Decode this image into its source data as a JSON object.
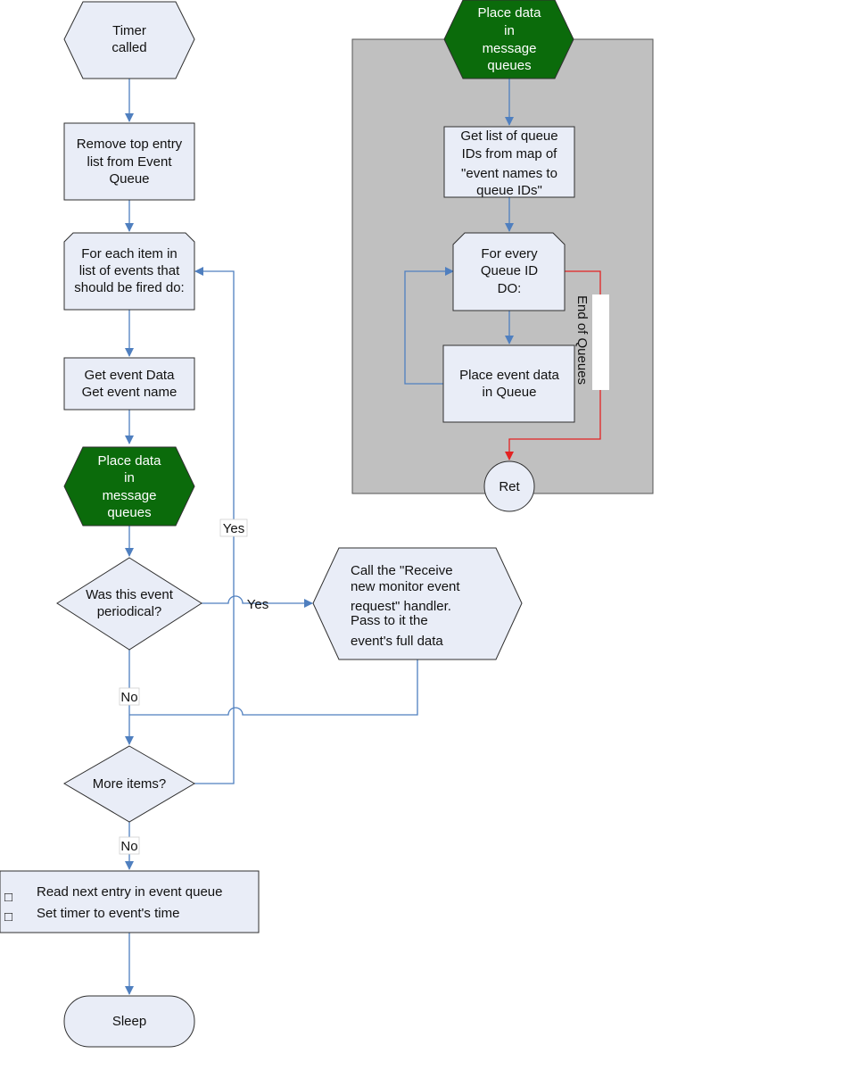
{
  "colors": {
    "node_fill": "#e9edf7",
    "node_stroke": "#2f2f2f",
    "accent_fill": "#0b6b0b",
    "connector": "#4f7fbf",
    "end_connector": "#e32222",
    "panel_fill": "#c0c0c0"
  },
  "nodes": {
    "timer_called": [
      "Timer",
      "called"
    ],
    "remove_top_entry": [
      "Remove top entry",
      "list from Event",
      "Queue"
    ],
    "for_each_item": [
      "For each item in",
      "list of events that",
      "should be fired do:"
    ],
    "get_event_data": [
      "Get event Data",
      "Get event name"
    ],
    "place_data_main": [
      "Place data",
      "in",
      "message",
      "queues"
    ],
    "was_periodical": [
      "Was this event",
      "periodical?"
    ],
    "call_handler": [
      "Call the \"Receive",
      "new monitor event",
      "request\" handler.",
      "Pass to it the",
      "event's full data"
    ],
    "more_items": "More items?",
    "read_next": [
      "Read next entry in event queue",
      "Set timer to event's time"
    ],
    "sleep": "Sleep",
    "place_data_sub": [
      "Place data",
      "in",
      "message",
      "queues"
    ],
    "get_queue_ids": [
      "Get list of queue",
      "IDs from map of",
      "\"event names to",
      "queue IDs\""
    ],
    "for_every_queue": [
      "For every",
      "Queue ID",
      "DO:"
    ],
    "place_in_queue": [
      "Place event data",
      "in Queue"
    ],
    "ret": "Ret"
  },
  "edge_labels": {
    "loop_yes": "Yes",
    "periodical_yes": "Yes",
    "periodical_no": "No",
    "more_no": "No",
    "end_of_queues": "End of Queues"
  },
  "bullet_glyph": "□"
}
